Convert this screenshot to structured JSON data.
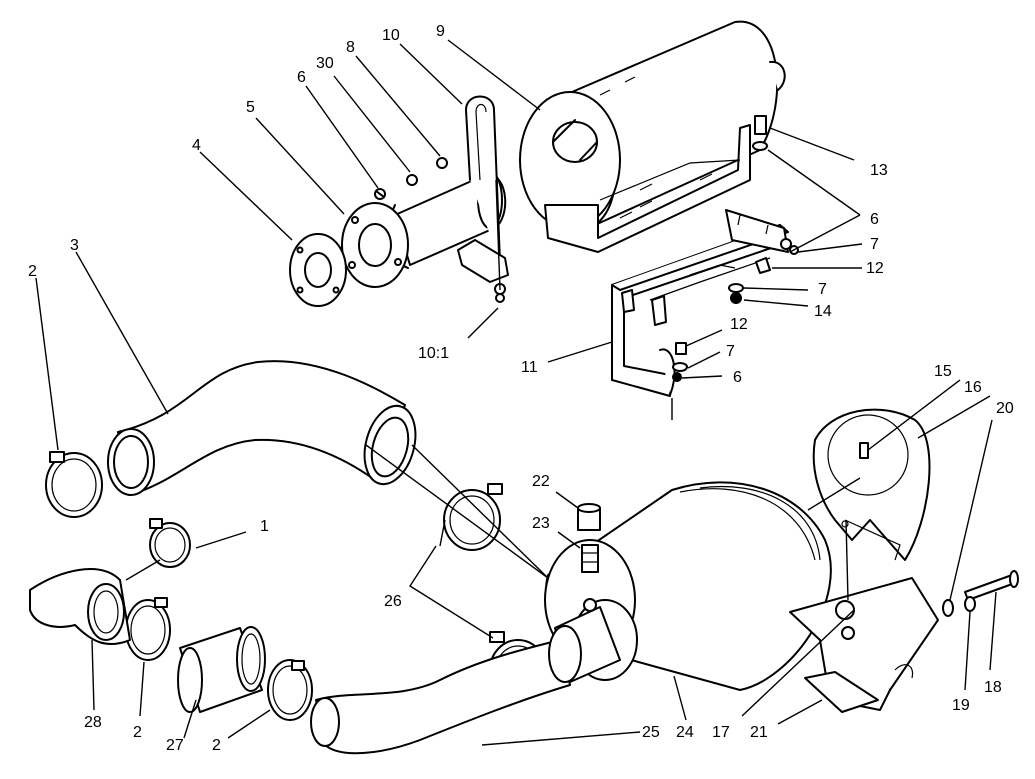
{
  "colors": {
    "line": "#000000",
    "background": "#ffffff"
  },
  "callouts": {
    "c1": "1",
    "c2a": "2",
    "c2b": "2",
    "c2c": "2",
    "c3": "3",
    "c4": "4",
    "c5": "5",
    "c6a": "6",
    "c6b": "6",
    "c6c": "6",
    "c7a": "7",
    "c7b": "7",
    "c7c": "7",
    "c8": "8",
    "c9": "9",
    "c10": "10",
    "c10_1": "10:1",
    "c11": "11",
    "c12a": "12",
    "c12b": "12",
    "c13": "13",
    "c14": "14",
    "c15": "15",
    "c16": "16",
    "c17": "17",
    "c18": "18",
    "c19": "19",
    "c20": "20",
    "c21": "21",
    "c22": "22",
    "c23": "23",
    "c24": "24",
    "c25": "25",
    "c26": "26",
    "c27": "27",
    "c28": "28",
    "c30": "30"
  }
}
